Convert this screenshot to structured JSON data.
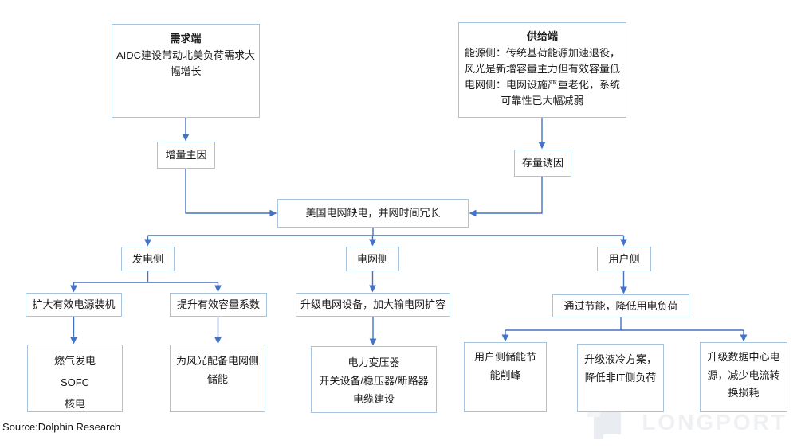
{
  "diagram": {
    "nodes": {
      "demand": {
        "title": "需求端",
        "lines": [
          "AIDC建设带动北美负荷需求大",
          "幅增长"
        ]
      },
      "supply": {
        "title": "供给端",
        "lines": [
          "能源侧：传统基荷能源加速退役，",
          "风光是新增容量主力但有效容量低",
          "电网侧：电网设施严重老化，系统",
          "可靠性已大幅减弱"
        ]
      },
      "incremental_cause": {
        "label": "增量主因"
      },
      "stock_cause": {
        "label": "存量诱因"
      },
      "core_problem": {
        "label": "美国电网缺电，并网时间冗长"
      },
      "generation_side": {
        "label": "发电侧"
      },
      "grid_side": {
        "label": "电网侧"
      },
      "user_side": {
        "label": "用户侧"
      },
      "expand_installed": {
        "label": "扩大有效电源装机"
      },
      "improve_capacity_factor": {
        "label": "提升有效容量系数"
      },
      "upgrade_grid": {
        "label": "升级电网设备，加大输电网扩容"
      },
      "save_energy": {
        "label": "通过节能，降低用电负荷"
      },
      "gen_tech": {
        "lines": [
          "燃气发电",
          "SOFC",
          "核电"
        ]
      },
      "wind_solar_storage": {
        "lines": [
          "为风光配备电网侧",
          "储能"
        ]
      },
      "grid_equipment": {
        "lines": [
          "电力变压器",
          "开关设备/稳压器/断路器",
          "电缆建设"
        ]
      },
      "user_storage": {
        "lines": [
          "用户侧储能节",
          "能削峰"
        ]
      },
      "liquid_cooling": {
        "lines": [
          "升级液冷方案，",
          "降低非IT侧负荷"
        ]
      },
      "dc_power": {
        "lines": [
          "升级数据中心电",
          "源，减少电流转",
          "换损耗"
        ]
      }
    },
    "footer": {
      "source": "Source:Dolphin Research"
    },
    "watermark": {
      "text": "LONGPORT"
    },
    "colors": {
      "box_border": "#a6c3df",
      "arrow": "#4472c4",
      "text": "#1a1a1a",
      "watermark": "#eef0f4"
    }
  }
}
